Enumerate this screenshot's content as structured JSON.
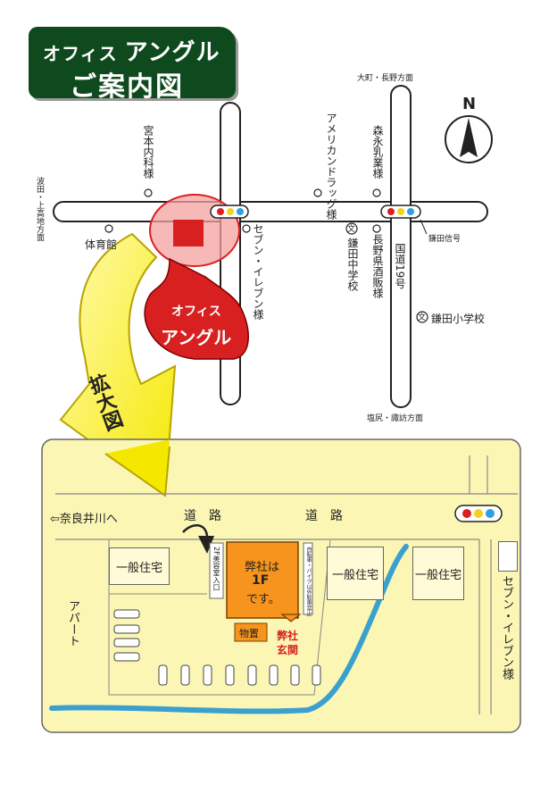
{
  "title": {
    "line1_small": "オフィス",
    "line1_big": "アングル",
    "line2": "ご案内図"
  },
  "compass": {
    "label": "N"
  },
  "overview_map": {
    "directions": {
      "north": "大町・長野方面",
      "south": "塩尻・諏訪方面",
      "west": "波田・上高地方面"
    },
    "landmarks": {
      "miyamoto": "宮本内科様",
      "american_drug": "アメリカンドラッグ様",
      "morinaga": "森永乳業様",
      "taiikukan": "体育館",
      "seven_eleven": "セブン・イレブン様",
      "kamada_jhs": "鎌田中学校",
      "nagano_sakehanbai": "長野県酒販様",
      "route19": "国道19号",
      "kamada_signal": "鎌田信号",
      "kamada_es": "鎌田小学校"
    },
    "office_badge": {
      "line1": "オフィス",
      "line2": "アングル"
    },
    "school_symbol": "文",
    "zoom_label": "拡大図"
  },
  "detail_map": {
    "to_narai": "⇦奈良井川へ",
    "road_label_1": "道　路",
    "road_label_2": "道　路",
    "house_1": "一般住宅",
    "house_2": "一般住宅",
    "house_3": "一般住宅",
    "apartment": "アパート",
    "entrance_2f": "2F美容室入口",
    "parking_note": "自転車・バイク以外駐車禁止",
    "office_text": {
      "line1": "弊社は",
      "line2": "1F",
      "line3": "です。"
    },
    "storage": "物置",
    "entrance": {
      "line1": "弊社",
      "line2": "玄関"
    },
    "seven_eleven": "セブン・イレブン様"
  },
  "colors": {
    "title_bg": "#0f4a1e",
    "highlight_red": "#d92020",
    "detail_bg": "#fbf6b4",
    "office_orange": "#f7941d",
    "river_blue": "#3aa0d0",
    "arrow_yellow": "#f5e800"
  }
}
